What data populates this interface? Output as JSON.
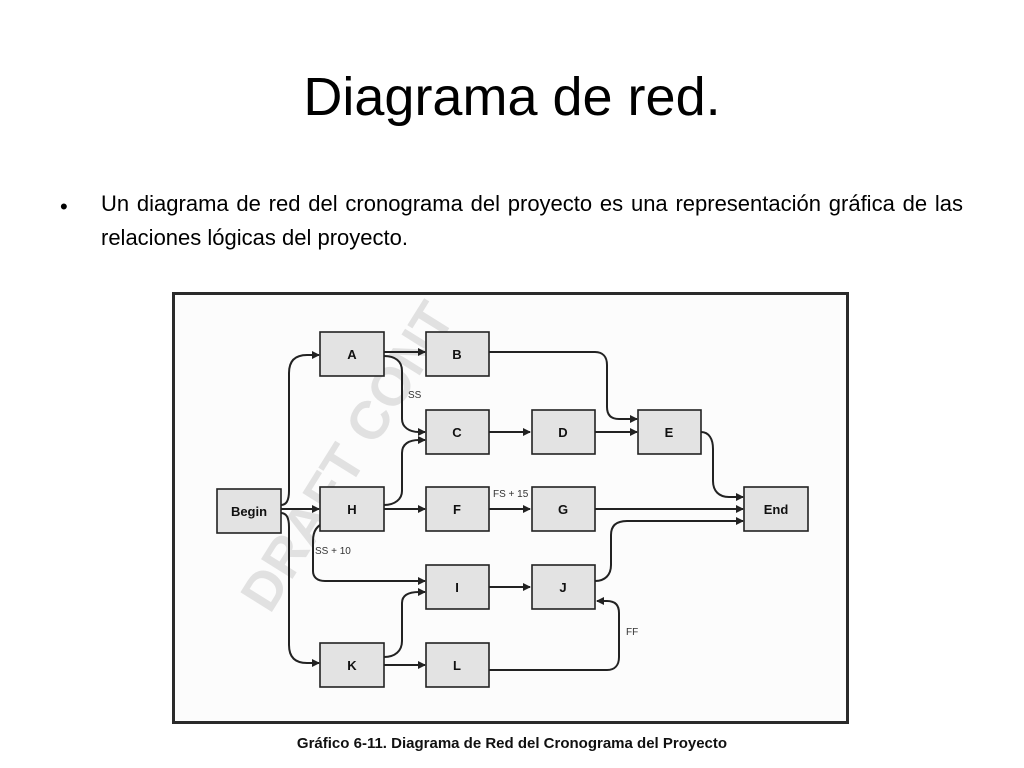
{
  "slide": {
    "title": "Diagrama de red.",
    "bullet_marker": "•",
    "bullet_text": "Un diagrama de red del cronograma del proyecto es una representación gráfica de las relaciones lógicas del proyecto."
  },
  "figure": {
    "caption": "Gráfico 6-11. Diagrama de Red del Cronograma del Proyecto",
    "watermark": "DRAFT CONT",
    "colors": {
      "node_fill": "#e3e3e3",
      "node_stroke": "#222222",
      "frame": "#2a2a2a"
    },
    "nodes": [
      {
        "id": "begin",
        "label": "Begin"
      },
      {
        "id": "a",
        "label": "A"
      },
      {
        "id": "b",
        "label": "B"
      },
      {
        "id": "c",
        "label": "C"
      },
      {
        "id": "d",
        "label": "D"
      },
      {
        "id": "e",
        "label": "E"
      },
      {
        "id": "h",
        "label": "H"
      },
      {
        "id": "f",
        "label": "F"
      },
      {
        "id": "g",
        "label": "G"
      },
      {
        "id": "i",
        "label": "I"
      },
      {
        "id": "j",
        "label": "J"
      },
      {
        "id": "k",
        "label": "K"
      },
      {
        "id": "l",
        "label": "L"
      },
      {
        "id": "end",
        "label": "End"
      }
    ],
    "edges": [
      {
        "from": "Begin",
        "to": "A",
        "label": ""
      },
      {
        "from": "Begin",
        "to": "H",
        "label": ""
      },
      {
        "from": "Begin",
        "to": "K",
        "label": ""
      },
      {
        "from": "A",
        "to": "B",
        "label": ""
      },
      {
        "from": "A",
        "to": "C",
        "label": "SS"
      },
      {
        "from": "B",
        "to": "E",
        "label": ""
      },
      {
        "from": "C",
        "to": "D",
        "label": ""
      },
      {
        "from": "D",
        "to": "E",
        "label": ""
      },
      {
        "from": "E",
        "to": "End",
        "label": ""
      },
      {
        "from": "H",
        "to": "C",
        "label": ""
      },
      {
        "from": "H",
        "to": "F",
        "label": ""
      },
      {
        "from": "H",
        "to": "I",
        "label": "SS + 10"
      },
      {
        "from": "F",
        "to": "G",
        "label": "FS + 15"
      },
      {
        "from": "G",
        "to": "End",
        "label": ""
      },
      {
        "from": "I",
        "to": "J",
        "label": ""
      },
      {
        "from": "J",
        "to": "End",
        "label": ""
      },
      {
        "from": "K",
        "to": "I",
        "label": ""
      },
      {
        "from": "K",
        "to": "L",
        "label": ""
      },
      {
        "from": "L",
        "to": "J",
        "label": "FF"
      }
    ]
  }
}
